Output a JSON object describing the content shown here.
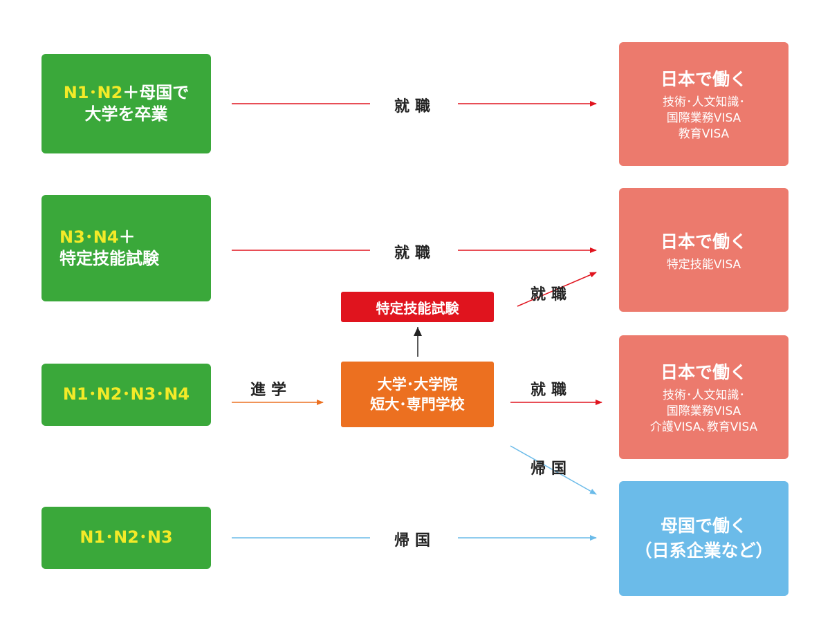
{
  "left_boxes": {
    "row1": {
      "line1_highlight": "N1･N2",
      "line1_rest": "＋母国で",
      "line2": "大学を卒業"
    },
    "row2": {
      "line1_highlight": "N3･N4",
      "line1_rest": "＋",
      "line2": "特定技能試験"
    },
    "row3": {
      "text": "N1･N2･N3･N4"
    },
    "row4": {
      "text": "N1･N2･N3"
    }
  },
  "middle": {
    "school": {
      "line1": "大学･大学院",
      "line2": "短大･専門学校"
    },
    "exam": {
      "text": "特定技能試験"
    }
  },
  "right_boxes": {
    "work1": {
      "title": "日本で働く",
      "lines": [
        "技術･人文知識･",
        "国際業務VISA",
        "教育VISA"
      ]
    },
    "work2": {
      "title": "日本で働く",
      "lines": [
        "特定技能VISA"
      ]
    },
    "work3": {
      "title": "日本で働く",
      "lines": [
        "技術･人文知識･",
        "国際業務VISA",
        "介護VISA､教育VISA"
      ]
    },
    "home": {
      "line1": "母国で働く",
      "line2": "（日系企業など）"
    }
  },
  "labels": {
    "row1": "就職",
    "row2": "就職",
    "exam_to_work": "就職",
    "advance": "進学",
    "school_to_work": "就職",
    "school_to_home": "帰国",
    "row4": "帰国"
  },
  "colors": {
    "left_box": "#3aa83a",
    "highlight_text": "#f3ea28",
    "work_box": "#ec7a6d",
    "home_box": "#6bbbe9",
    "school_box": "#ec7020",
    "exam_box": "#e0141e",
    "arrow_work": "#e0141e",
    "arrow_home": "#6bbbe9",
    "arrow_advance": "#ec7020",
    "arrow_exam": "#222222"
  }
}
